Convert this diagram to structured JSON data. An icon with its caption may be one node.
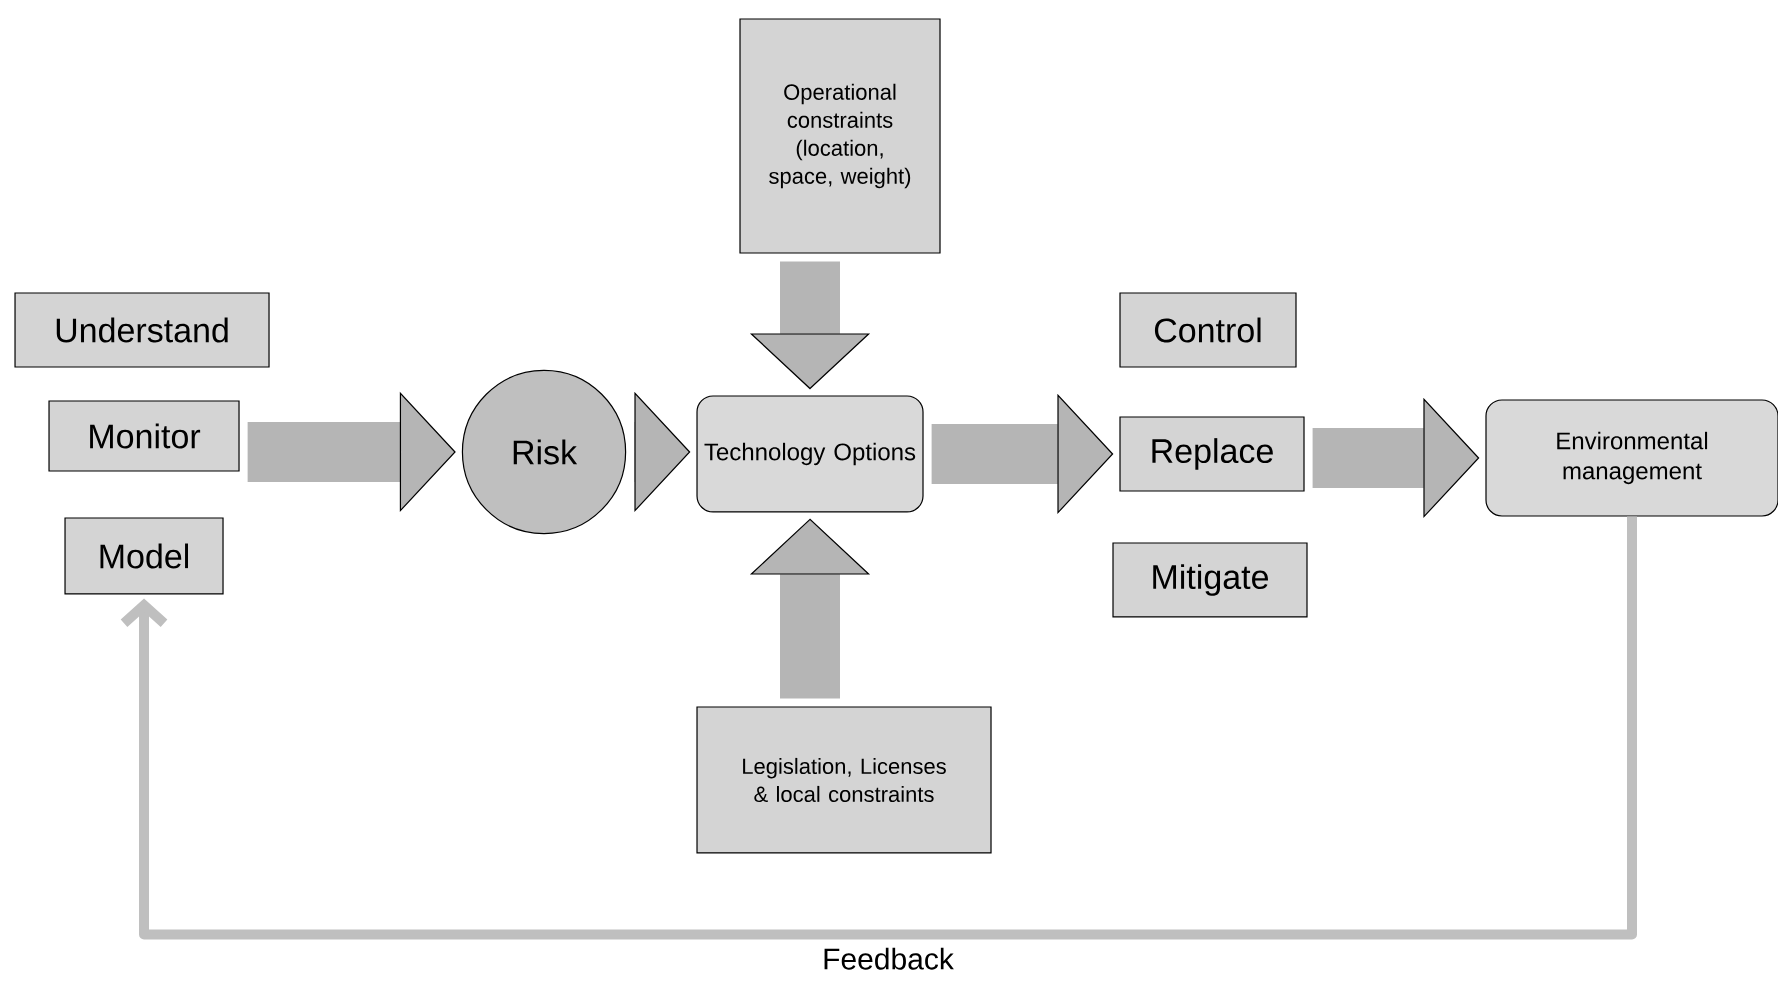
{
  "diagram": {
    "nodes": [
      {
        "text": [
          "Operational constraints (location, space, weight)"
        ]
      },
      {
        "text": [
          "Understand"
        ]
      },
      {
        "text": [
          "Monitor"
        ]
      },
      {
        "text": [
          "Model"
        ]
      },
      {
        "text": [
          "Risk"
        ]
      },
      {
        "text": [
          "Technology Options"
        ]
      },
      {
        "text": [
          "Control"
        ]
      },
      {
        "text": [
          "Replace"
        ]
      },
      {
        "text": [
          "Mitigate"
        ]
      },
      {
        "text": [
          "Environmental management"
        ]
      },
      {
        "text": [
          "Legislation, Licenses & local constraints"
        ]
      }
    ],
    "edges": [
      {
        "from": 2,
        "to": 4,
        "arrow": "to"
      },
      {
        "from": 4,
        "to": 5,
        "arrow": "to"
      },
      {
        "from": 0,
        "to": 5,
        "arrow": "to"
      },
      {
        "from": 10,
        "to": 5,
        "arrow": "to"
      },
      {
        "from": 5,
        "to": 7,
        "arrow": "to"
      },
      {
        "from": 7,
        "to": 9,
        "arrow": "to"
      },
      {
        "from": 9,
        "to": 3,
        "arrow": "to",
        "label": "Feedback",
        "color": "#bfbfbf"
      }
    ]
  }
}
